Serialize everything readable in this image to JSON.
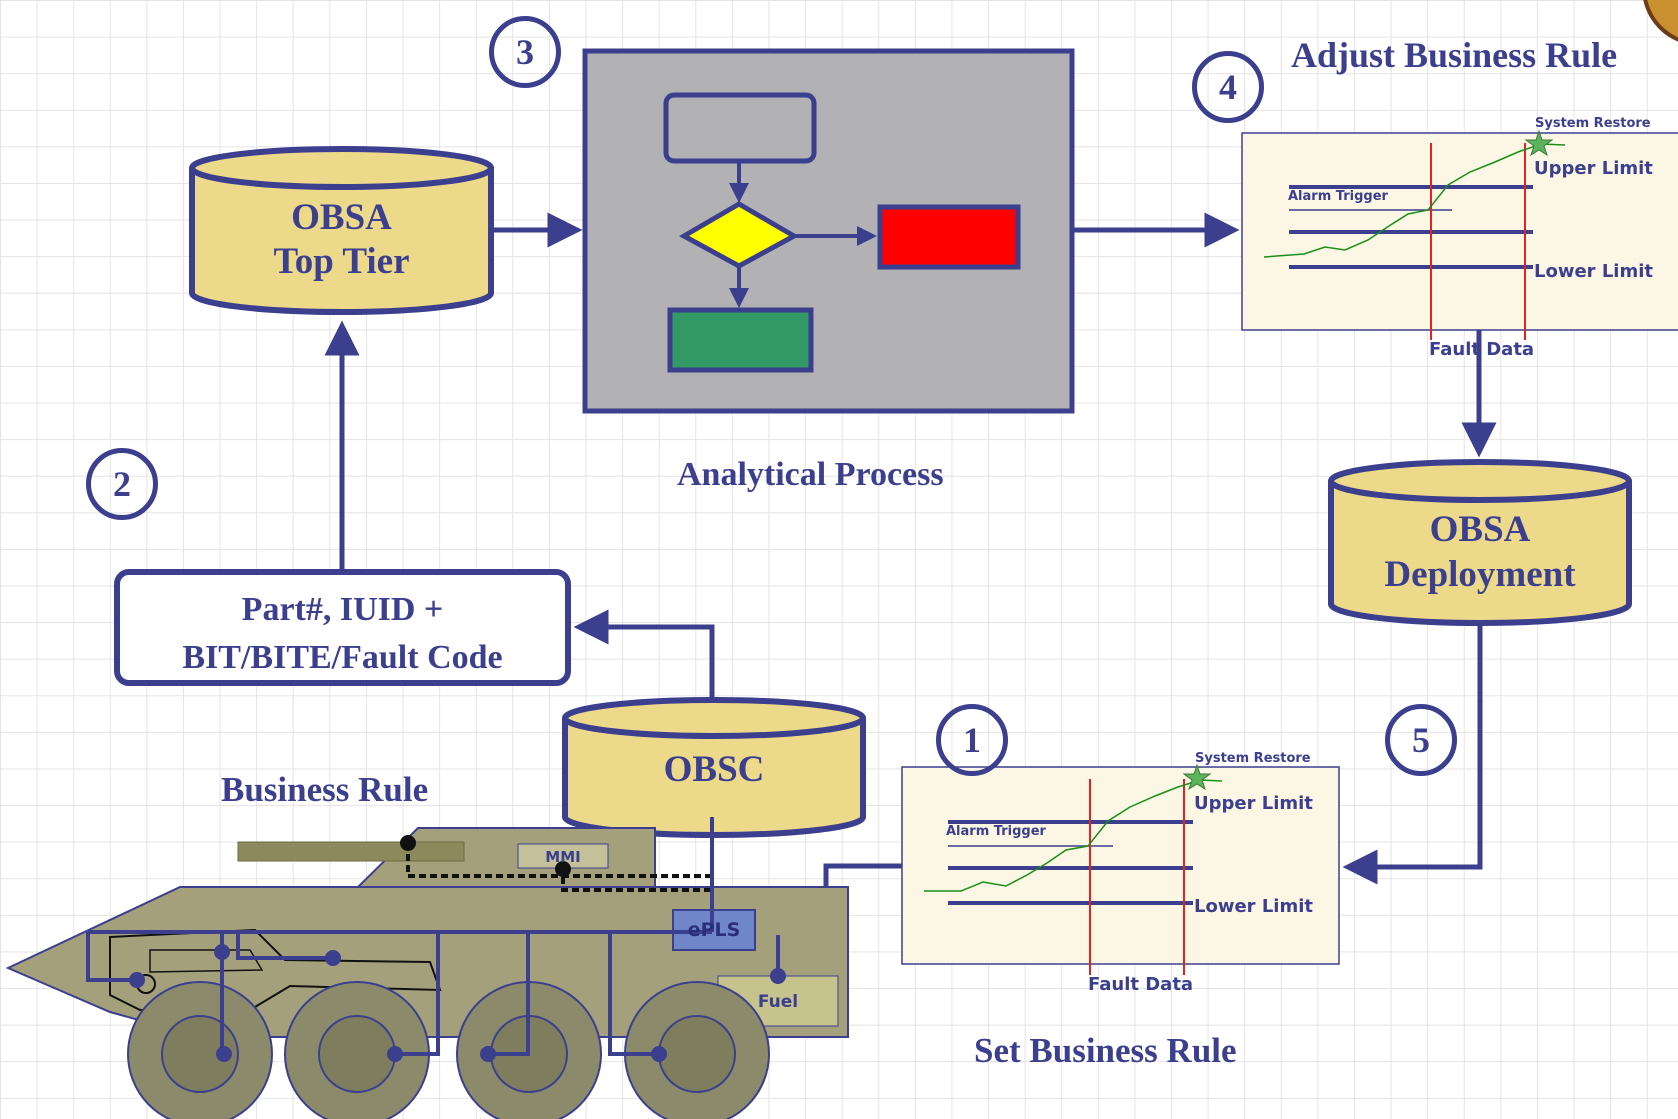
{
  "steps": {
    "one": "1",
    "two": "2",
    "three": "3",
    "four": "4",
    "five": "5"
  },
  "cylinders": {
    "top_tier_line1": "OBSA",
    "top_tier_line2": "Top Tier",
    "deployment_line1": "OBSA",
    "deployment_line2": "Deployment",
    "obsc": "OBSC"
  },
  "labels": {
    "analytical_process": "Analytical Process",
    "adjust_business_rule": "Adjust Business Rule",
    "set_business_rule": "Set Business Rule",
    "business_rule": "Business Rule",
    "part_line1": "Part#, IUID +",
    "part_line2": "BIT/BITE/Fault Code"
  },
  "charts": {
    "system_restore": "System Restore",
    "upper_limit": "Upper Limit",
    "lower_limit": "Lower Limit",
    "alarm_trigger": "Alarm Trigger",
    "fault_data": "Fault Data"
  },
  "vehicle": {
    "mmi": "MMI",
    "epls": "ePLS",
    "fuel": "Fuel"
  },
  "colors": {
    "navy": "#3c3f8e",
    "cylinder_fill": "#ecd98a",
    "process_gray": "#b2b2b4",
    "decision_yellow": "#ffff00",
    "red_box": "#ff0000",
    "green_box": "#339966",
    "chart_bg": "#fbf7e4",
    "vehicle_fill": "#a3a07b",
    "wheel_fill": "#8b8a6a"
  }
}
